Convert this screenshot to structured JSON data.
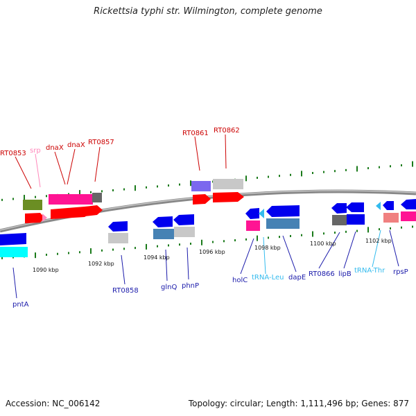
{
  "title": "Rickettsia typhi str. Wilmington, complete genome",
  "footer": {
    "accession": "Accession: NC_006142",
    "summary": "Topology: circular; Length: 1,111,496 bp; Genes: 877"
  },
  "colors": {
    "forward_label": "#cc0000",
    "reverse_label": "#1a1aaa",
    "trna_label": "#33bbee",
    "srp_label": "#ff88bb",
    "backbone": "#888888",
    "tick": "#1a7a1a"
  },
  "scale_labels": [
    "1090 kbp",
    "1092 kbp",
    "1094 kbp",
    "1096 kbp",
    "1098 kbp",
    "1100 kbp",
    "1102 kbp"
  ],
  "gene_labels": {
    "top": [
      "RT0853",
      "srp",
      "dnaX",
      "dnaX",
      "RT0857",
      "RT0861",
      "RT0862"
    ],
    "bottom": [
      "pntA",
      "RT0858",
      "glnQ",
      "phnP",
      "holC",
      "tRNA-Leu",
      "dapE",
      "RT0866",
      "lipB",
      "tRNA-Thr",
      "rpsP"
    ]
  }
}
